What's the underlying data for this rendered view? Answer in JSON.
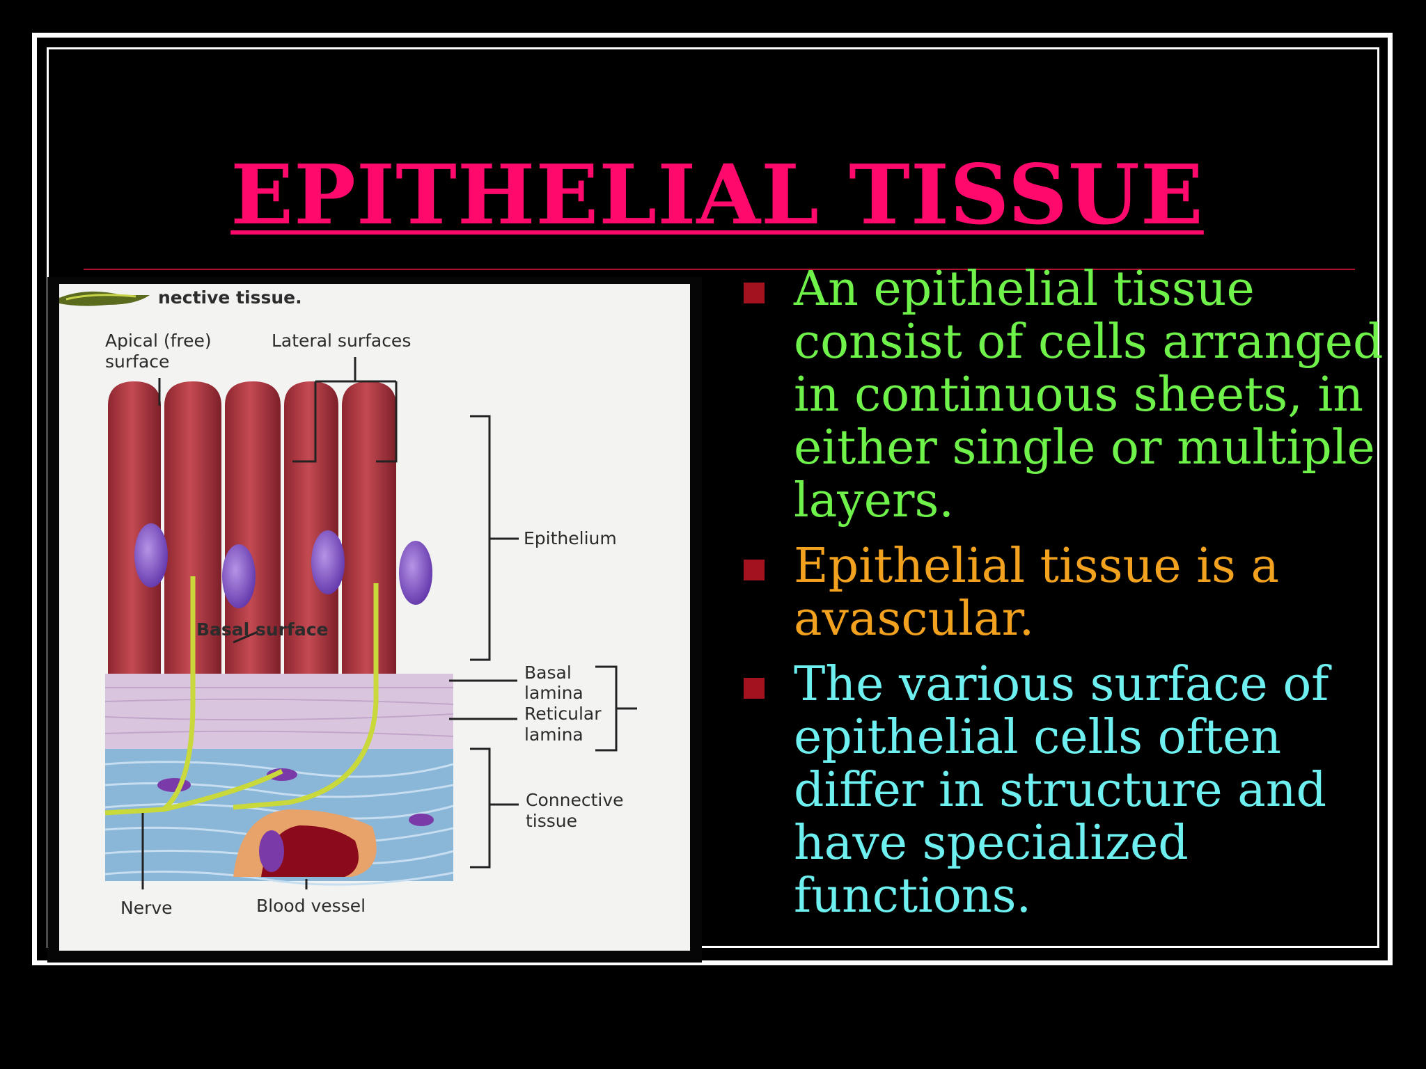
{
  "slide": {
    "title": "EPITHELIAL TISSUE"
  },
  "figure": {
    "caption_fragment": "nective tissue.",
    "labels": {
      "apical_line1": "Apical (free)",
      "apical_line2": "surface",
      "lateral": "Lateral surfaces",
      "epithelium": "Epithelium",
      "basal_surface": "Basal surface",
      "basal_lamina_1": "Basal",
      "basal_lamina_2": "lamina",
      "reticular_lamina_1": "Reticular",
      "reticular_lamina_2": "lamina",
      "connective_1": "Connective",
      "connective_2": "tissue",
      "nerve": "Nerve",
      "blood_vessel": "Blood vessel"
    }
  },
  "bullets": [
    {
      "text": "An epithelial tissue consist of cells arranged in continuous sheets, in either single or multiple layers.",
      "color": "#6ff24a"
    },
    {
      "text": "Epithelial tissue is a avascular.",
      "color": "#f2a21e"
    },
    {
      "text": "The various surface of epithelial cells often differ in structure and have specialized functions.",
      "color": "#6ff0f0"
    }
  ],
  "colors": {
    "background": "#000000",
    "title": "#ff0a6c",
    "bullet_marker": "#a3121f"
  }
}
